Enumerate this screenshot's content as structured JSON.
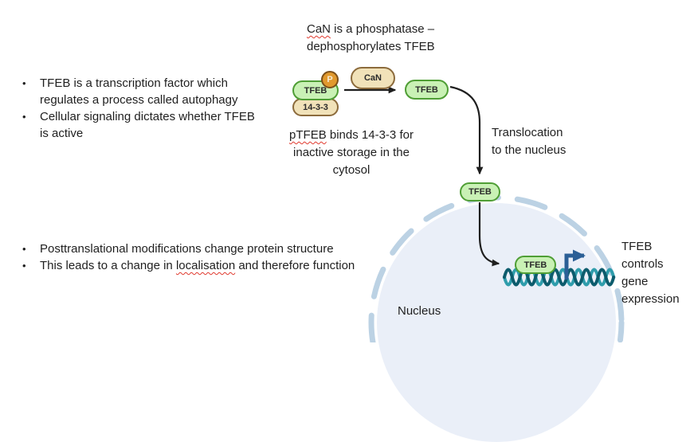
{
  "colors": {
    "pill_green_fill": "#c9f1b5",
    "pill_green_border": "#4f9e35",
    "pill_tan_fill": "#f1e2b9",
    "pill_tan_border": "#8c6b3c",
    "phosphate_fill": "#e1992e",
    "phosphate_border": "#7c4f19",
    "nucleus_fill": "#eaeff8",
    "nuclear_envelope": "#bcd2e4",
    "dna_strand_dark": "#0d5c6d",
    "dna_strand_light": "#2f9dac",
    "gene_arrow": "#2b5f96",
    "black_arrow": "#1f1f1f",
    "spellcheck_squiggle": "#e0392e"
  },
  "top_note": {
    "word": "CaN",
    "line1_rest": " is a phosphatase –",
    "line2": "dephosphorylates TFEB"
  },
  "bullets_top": {
    "item1": {
      "line1": "TFEB is a transcription factor which",
      "line2": "regulates a process called autophagy"
    },
    "item2": {
      "line1": "Cellular signaling dictates whether TFEB",
      "line2": "is active"
    }
  },
  "bullets_bottom": {
    "item1": "Posttranslational modifications change protein structure",
    "item2": {
      "pre": "This leads to a change in ",
      "word": "localisation",
      "post": " and therefore function"
    }
  },
  "pills": {
    "tfeb": "TFEB",
    "phosphate": "P",
    "fourteen_three_three": "14-3-3",
    "can": "CaN"
  },
  "ptfeb_note": {
    "word": "pTFEB",
    "line1_rest": " binds 14-3-3 for",
    "line2": "inactive storage in the",
    "line3": "cytosol"
  },
  "translocation": {
    "line1": "Translocation",
    "line2": "to the nucleus"
  },
  "gene_note": {
    "line1": "TFEB",
    "line2": "controls",
    "line3": "gene",
    "line4": "expression"
  },
  "nucleus_label": "Nucleus"
}
